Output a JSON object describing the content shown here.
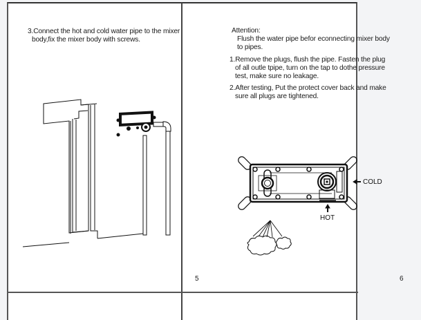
{
  "document": {
    "left_page": {
      "page_number": "5",
      "step3_line1": "3.Connect the hot and cold water pipe to the mixer",
      "step3_line2": "body,fix the mixer body with screws.",
      "illustration": "wall-mounted-mixer-body-with-pipes"
    },
    "right_page": {
      "page_number": "6",
      "attention_title": "Attention:",
      "attention_line1": "Flush the water pipe befor econnecting mixer body",
      "attention_line2": "to pipes.",
      "step1_line1": "1.Remove the plugs, flush the pipe. Fasten the plug",
      "step1_line2": "of all outle tpipe, turn on the tap to dothe pressure",
      "step1_line3": "test, make sure no leakage.",
      "step2_line1": "2.After testing, Put the protect cover back and make",
      "step2_line2": "sure all plugs are tightened.",
      "diagram": {
        "cold_label": "COLD",
        "hot_label": "HOT",
        "illustration": "mixer-body-front-view-with-spray"
      }
    }
  }
}
